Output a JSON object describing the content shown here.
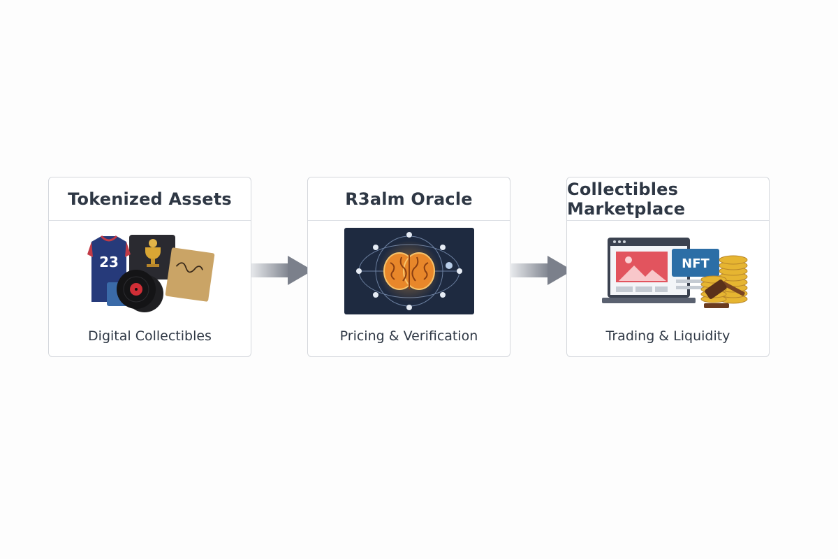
{
  "cards": [
    {
      "title": "Tokenized Assets",
      "caption": "Digital Collectibles",
      "illustration": "collectibles-icon"
    },
    {
      "title": "R3alm Oracle",
      "caption": "Pricing & Verification",
      "illustration": "brain-network-icon"
    },
    {
      "title": "Collectibles Marketplace",
      "caption": "Trading & Liquidity",
      "illustration": "marketplace-icon"
    }
  ],
  "jersey_number": "23",
  "nft_badge": "NFT",
  "colors": {
    "card_border": "#d4d7dc",
    "arrow": "#7b808b",
    "oracle_bg": "#1e2a40",
    "brain": "#e8872a",
    "nft_badge": "#2c6ea6",
    "coin": "#e6b531"
  }
}
